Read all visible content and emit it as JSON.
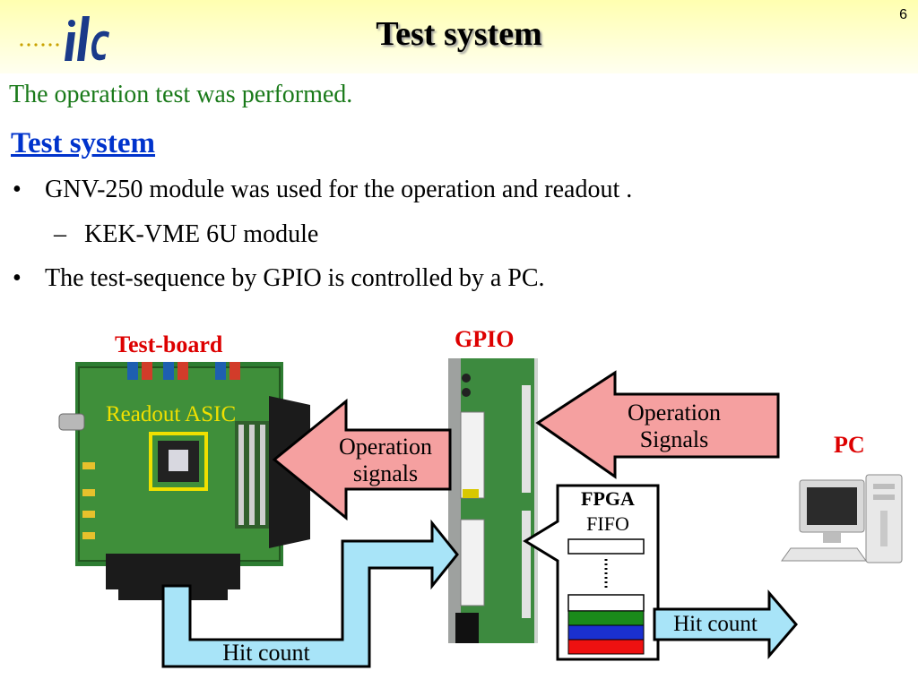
{
  "slide": {
    "number": "6",
    "title": "Test system",
    "subtitle": "The operation test was performed.",
    "section_heading": "Test system",
    "bullets": [
      "GNV-250 module was used for the operation and readout .",
      "KEK-VME 6U module",
      "The test-sequence by GPIO is controlled by a PC."
    ],
    "bullet_marks": {
      "dot": "•",
      "dash": "–"
    }
  },
  "diagram": {
    "test_board_label": "Test-board",
    "gpio_label": "GPIO",
    "pc_label": "PC",
    "readout_asic_label": "Readout ASIC",
    "arrow_op_signals_right": [
      "Operation",
      "Signals"
    ],
    "arrow_op_signals_left": [
      "Operation",
      "signals"
    ],
    "fpga_label": "FPGA",
    "fifo_label": "FIFO",
    "hit_count_bottom": "Hit count",
    "hit_count_right": "Hit count"
  },
  "colors": {
    "title_shadow": "#9a9a9a",
    "subtitle": "#1a7a1a",
    "section": "#0033cc",
    "label_red": "#dd0000",
    "arrow_pink": "#f5a0a0",
    "arrow_blue": "#a8e4f8",
    "asic_frame": "#f0e000",
    "fifo_green": "#1a8a1a",
    "fifo_blue": "#1a30d0",
    "fifo_red": "#ee1111"
  }
}
